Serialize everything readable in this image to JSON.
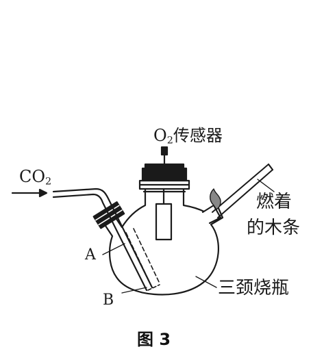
{
  "labels": {
    "gas_main": "CO",
    "gas_sub": "2",
    "sensor_main": "O",
    "sensor_sub": "2",
    "sensor_rest": "传感器",
    "stick_line1": "燃着",
    "stick_line2": "的木条",
    "point_a": "A",
    "point_b": "B",
    "flask": "三颈烧瓶"
  },
  "caption": "图 3"
}
